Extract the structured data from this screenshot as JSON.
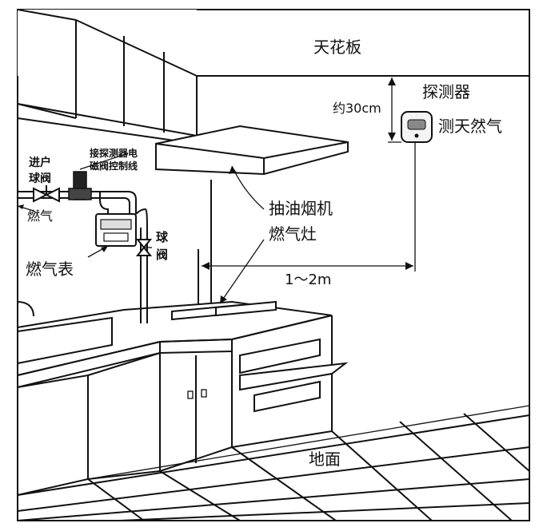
{
  "labels": {
    "ceiling": "天花板",
    "detector": "探测器",
    "detect_gas": "测天然气",
    "distance_ceiling": "约30cm",
    "hood": "抽油烟机",
    "stove": "燃气灶",
    "distance_stove": "1～2m",
    "floor": "地面",
    "inlet_valve_line1": "进户",
    "inlet_valve_line2": "球阀",
    "gas": "燃气",
    "control_line_1": "接探测器电",
    "control_line_2": "磁阀控制线",
    "gas_meter": "燃气表",
    "ball_valve_1": "球",
    "ball_valve_2": "阀"
  }
}
